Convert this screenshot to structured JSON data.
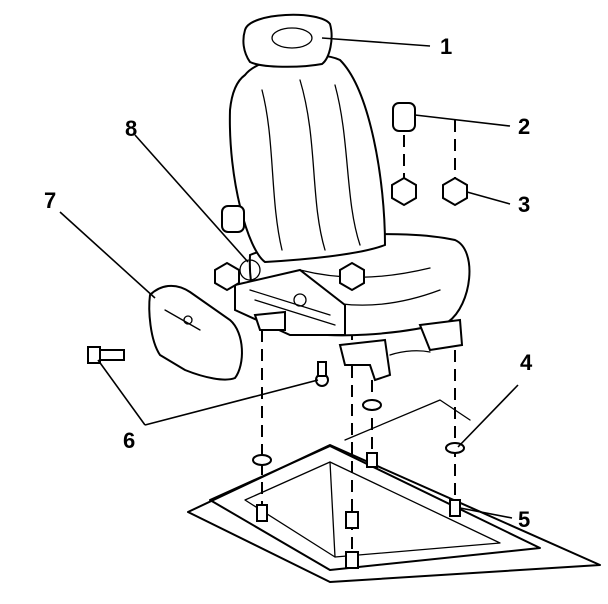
{
  "diagram": {
    "colors": {
      "ink": "#000000",
      "paper": "#ffffff"
    },
    "callouts": [
      {
        "id": "1",
        "label": "1"
      },
      {
        "id": "2",
        "label": "2"
      },
      {
        "id": "3",
        "label": "3"
      },
      {
        "id": "4",
        "label": "4"
      },
      {
        "id": "5",
        "label": "5"
      },
      {
        "id": "6",
        "label": "6"
      },
      {
        "id": "7",
        "label": "7"
      },
      {
        "id": "8",
        "label": "8"
      }
    ]
  }
}
